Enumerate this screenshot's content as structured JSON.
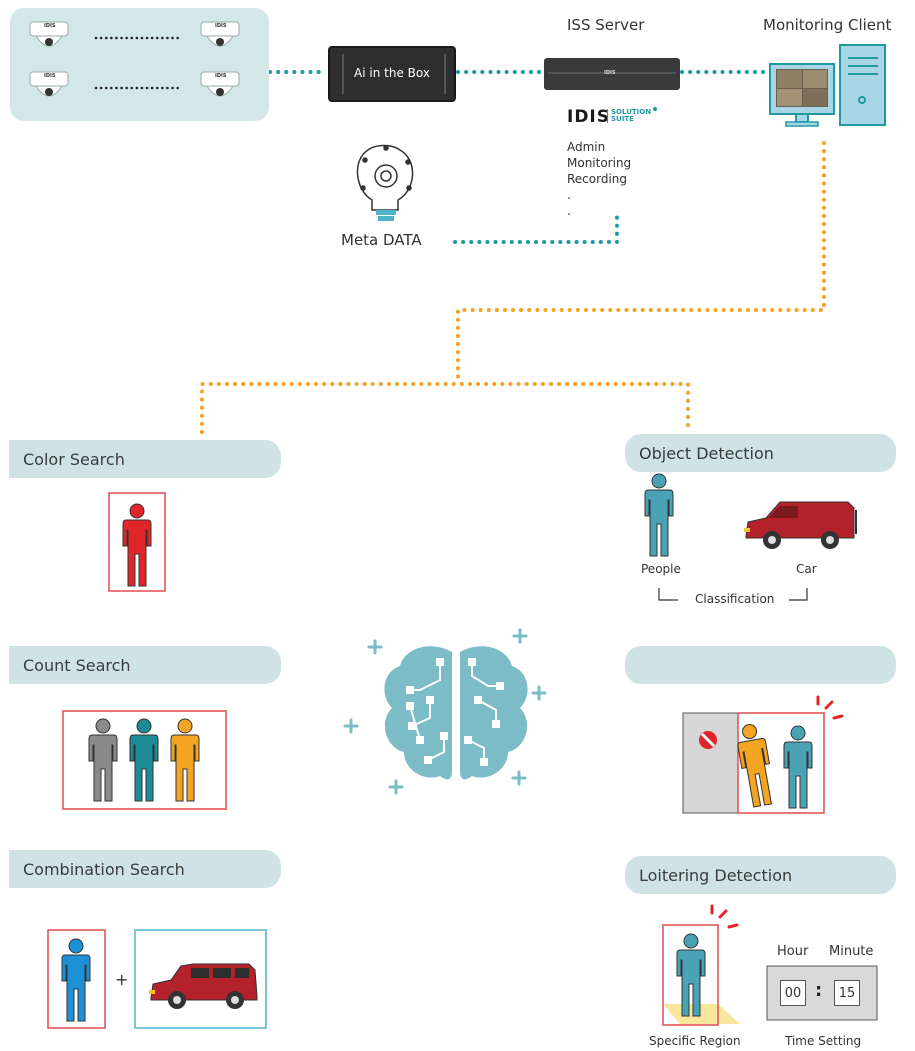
{
  "top": {
    "ai_box_label": "Ai in the Box",
    "iss_server_label": "ISS Server",
    "monitoring_client_label": "Monitoring Client",
    "iss_logo_text": "IDIS",
    "iss_logo_sub": "SOLUTION SUITE",
    "server_brand": "IDIS",
    "camera_brand": "IDIS",
    "server_functions": [
      "Admin",
      "Monitoring",
      "Recording",
      ".",
      "."
    ],
    "meta_data_label": "Meta DATA"
  },
  "features": {
    "color_search": "Color Search",
    "count_search": "Count Search",
    "combination_search": "Combination Search",
    "object_detection": "Object Detection",
    "intrusion_detection": "",
    "loitering_detection": "Loitering Detection"
  },
  "object_detection": {
    "people_label": "People",
    "car_label": "Car",
    "classification_label": "Classification"
  },
  "combination": {
    "plus": "+"
  },
  "loitering": {
    "hour_label": "Hour",
    "minute_label": "Minute",
    "hour_value": "00",
    "minute_value": "15",
    "separator": ":",
    "specific_region_label": "Specific Region",
    "time_setting_label": "Time Setting"
  },
  "colors": {
    "teal_connector": "#1f9aa3",
    "orange_connector": "#f3a423",
    "panel": "#d3e7e8",
    "accent_red": "#e0262a",
    "person_teal": "#4aa3b5"
  }
}
